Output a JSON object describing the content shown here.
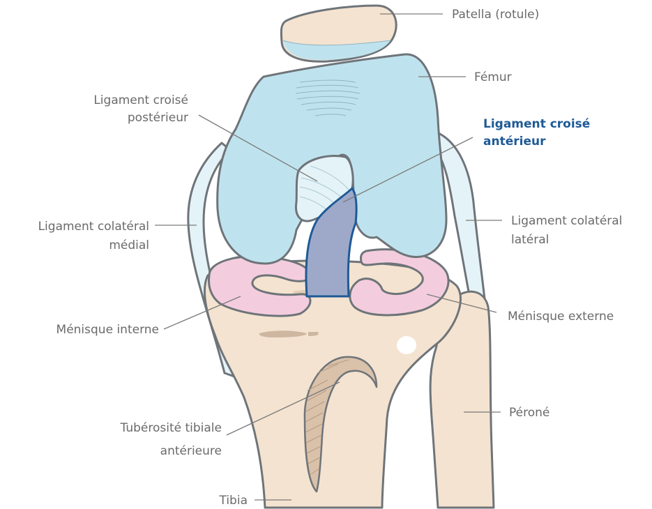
{
  "colors": {
    "bone": "#f4e3d0",
    "bone_shadow": "#cdb7a0",
    "cartilage": "#bfe3ee",
    "meniscus": "#f3cdde",
    "ligament_light": "#e4f3f7",
    "acl": "#9ea9c9",
    "outline": "#6e7479",
    "highlight_text": "#1e5a96",
    "label_text": "#6a6a6a"
  },
  "labels": {
    "patella": "Patella (rotule)",
    "femur": "Fémur",
    "pcl_line1": "Ligament croisé",
    "pcl_line2": "postérieur",
    "acl_line1": "Ligament croisé",
    "acl_line2": "antérieur",
    "mcl_line1": "Ligament colatéral",
    "mcl_line2": "médial",
    "lcl_line1": "Ligament colatéral",
    "lcl_line2": "latéral",
    "medial_meniscus": "Ménisque interne",
    "lateral_meniscus": "Ménisque externe",
    "fibula": "Péroné",
    "tuberosity_line1": "Tubérosité tibiale",
    "tuberosity_line2": "antérieure",
    "tibia": "Tibia"
  }
}
